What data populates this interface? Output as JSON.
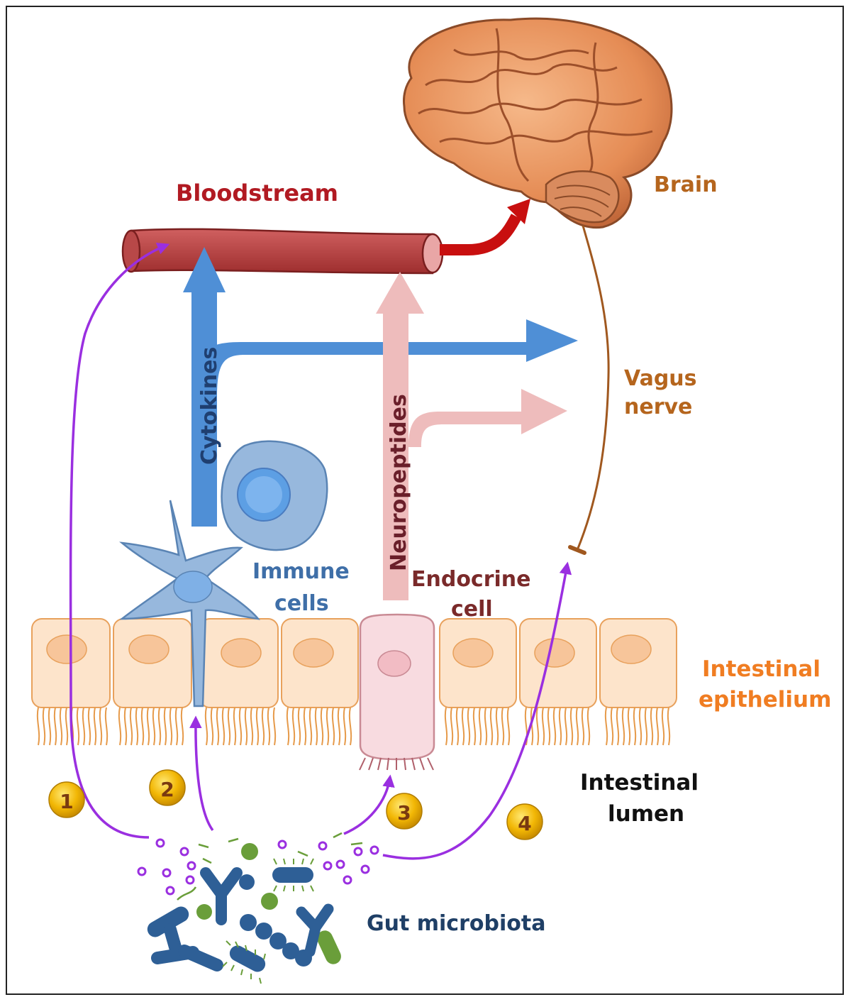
{
  "labels": {
    "bloodstream": "Bloodstream",
    "brain": "Brain",
    "vagus_line1": "Vagus",
    "vagus_line2": "nerve",
    "cytokines": "Cytokines",
    "neuropeptides": "Neuropeptides",
    "immune_line1": "Immune",
    "immune_line2": "cells",
    "endocrine_line1": "Endocrine",
    "endocrine_line2": "cell",
    "epithelium_line1": "Intestinal",
    "epithelium_line2": "epithelium",
    "lumen_line1": "Intestinal",
    "lumen_line2": "lumen",
    "microbiota": "Gut microbiota"
  },
  "pathway_badges": [
    "1",
    "2",
    "3",
    "4"
  ],
  "colors": {
    "bloodstream": "#b11a22",
    "brain": "#b5651d",
    "cytokines_arrow": "#4f8fd6",
    "neuropeptides_arrow": "#eebcbc",
    "immune": "#3f6fa8",
    "endocrine": "#7a2a2a",
    "epithelium": "#f07d22",
    "pathway": "#9a2fe0",
    "microbiota": "#1f3f66",
    "badge": "#f2b705"
  }
}
